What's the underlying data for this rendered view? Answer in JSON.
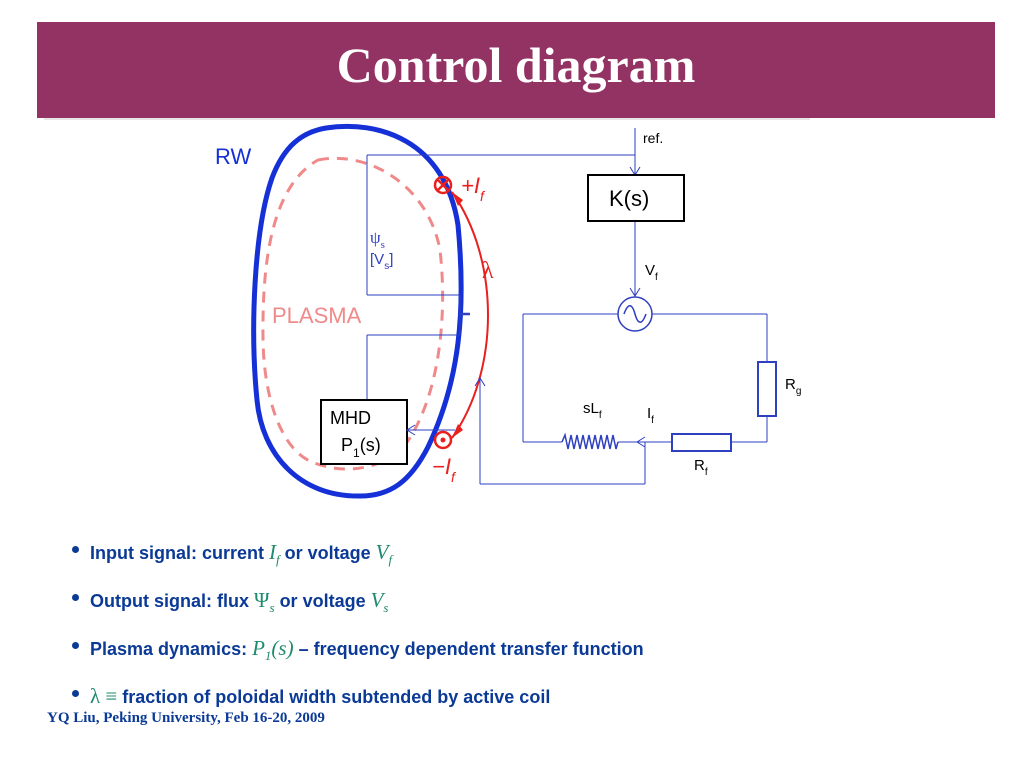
{
  "slide": {
    "title": "Control diagram",
    "footer": "YQ Liu, Peking University, Feb 16-20, 2009"
  },
  "diagram": {
    "rw_label": "RW",
    "plasma_label": "PLASMA",
    "ref_label": "ref.",
    "controller_label": "K(s)",
    "vf_label": "V",
    "vf_sub": "f",
    "psi_label": "ψ",
    "psi_sub": "s",
    "vs_label": "[V",
    "vs_sub": "s",
    "vs_close": "]",
    "lambda_label": "λ",
    "plus_if_label": "+I",
    "plus_if_sub": "f",
    "minus_if_label": "−I",
    "minus_if_sub": "f",
    "mhd_label": "MHD",
    "p1_label": "P",
    "p1_sub": "1",
    "p1_suffix": "(s)",
    "slf_label": "sL",
    "slf_sub": "f",
    "if_label": "I",
    "if_sub": "f",
    "rf_label": "R",
    "rf_sub": "f",
    "rg_label": "R",
    "rg_sub": "g",
    "colors": {
      "wall": "#1530d6",
      "plasma": "#f08a8a",
      "coil": "#e8201e",
      "wire": "#2e3fbf"
    }
  },
  "bullets": [
    {
      "prefix": "Input signal: current ",
      "m1": "I",
      "m1_sub": "f",
      "middle": " or voltage ",
      "m2": "V",
      "m2_sub": "f"
    },
    {
      "prefix": "Output signal: flux ",
      "m1": "Ψ",
      "m1_sub": "s",
      "middle": " or voltage ",
      "m2": "V",
      "m2_sub": "s"
    },
    {
      "prefix": "Plasma dynamics: ",
      "m1": "P",
      "m1_sub": "1",
      "m1_suffix": "(s)",
      "middle": " – frequency dependent transfer function"
    },
    {
      "m1": "λ ≡",
      "middle": " fraction of poloidal width subtended by active coil"
    }
  ]
}
